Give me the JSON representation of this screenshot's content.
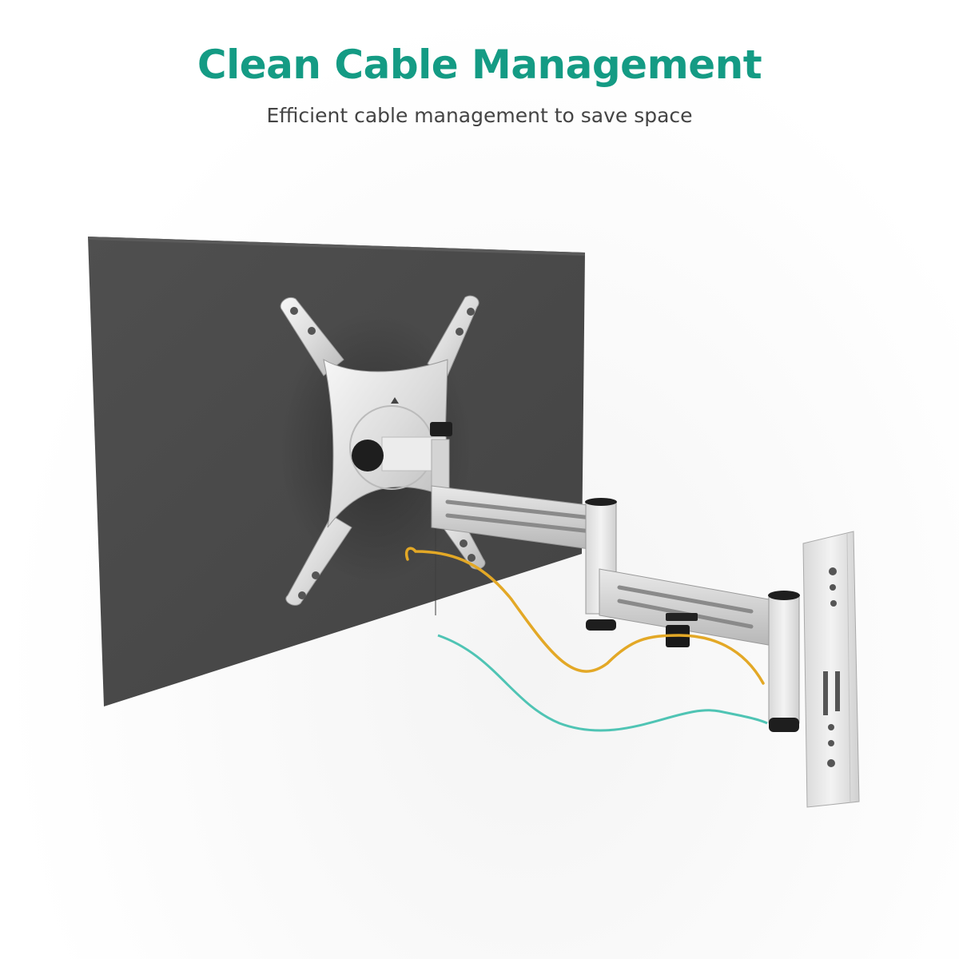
{
  "header": {
    "title": "Clean Cable Management",
    "subtitle": "Efficient cable management to save space"
  },
  "colors": {
    "title": "#149b84",
    "subtitle": "#444444",
    "monitor_back": "#4a4a4a",
    "mount_metal": "#e6e6e6",
    "knob": "#1e1e1e",
    "cable_yellow": "#e3a826",
    "cable_teal": "#4fc4b4"
  },
  "scene": {
    "product": "full-motion monitor wall mount",
    "elements": [
      "monitor-back-panel",
      "vesa-plate",
      "swivel-arm",
      "wall-plate",
      "cable-clip",
      "yellow-cable",
      "teal-cable"
    ]
  }
}
